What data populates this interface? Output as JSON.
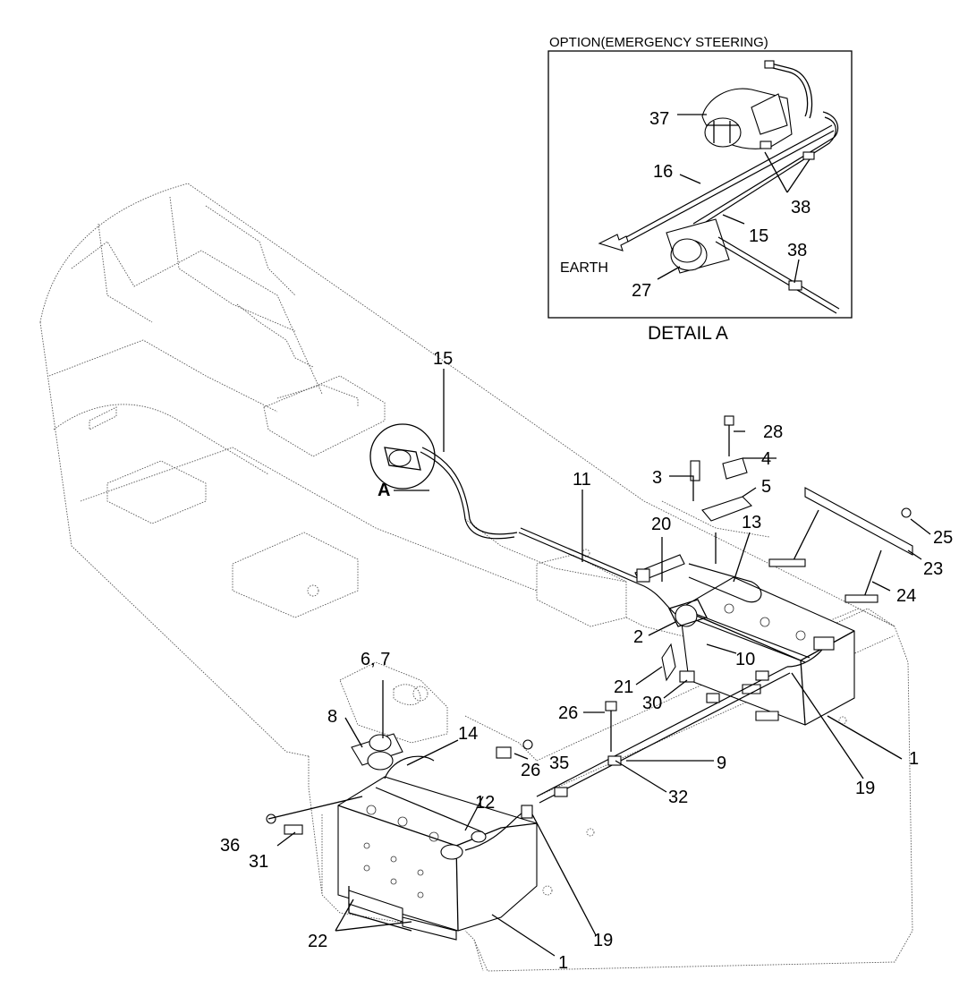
{
  "detail": {
    "option_title": "OPTION(EMERGENCY STEERING)",
    "caption": "DETAIL A",
    "earth_label": "EARTH",
    "callouts": {
      "c37": "37",
      "c16": "16",
      "c38a": "38",
      "c15": "15",
      "c38b": "38",
      "c27": "27"
    }
  },
  "main": {
    "marker_a": "A",
    "callouts": {
      "c15": "15",
      "c11": "11",
      "c28": "28",
      "c3": "3",
      "c4": "4",
      "c5": "5",
      "c20": "20",
      "c13": "13",
      "c25": "25",
      "c23": "23",
      "c24": "24",
      "c2": "2",
      "c10": "10",
      "c21": "21",
      "c30": "30",
      "c26a": "26",
      "c67": "6, 7",
      "c8": "8",
      "c14": "14",
      "c26b": "26",
      "c35": "35",
      "c9": "9",
      "c1a": "1",
      "c19a": "19",
      "c32": "32",
      "c12": "12",
      "c36": "36",
      "c31": "31",
      "c22": "22",
      "c19b": "19",
      "c1b": "1"
    }
  }
}
